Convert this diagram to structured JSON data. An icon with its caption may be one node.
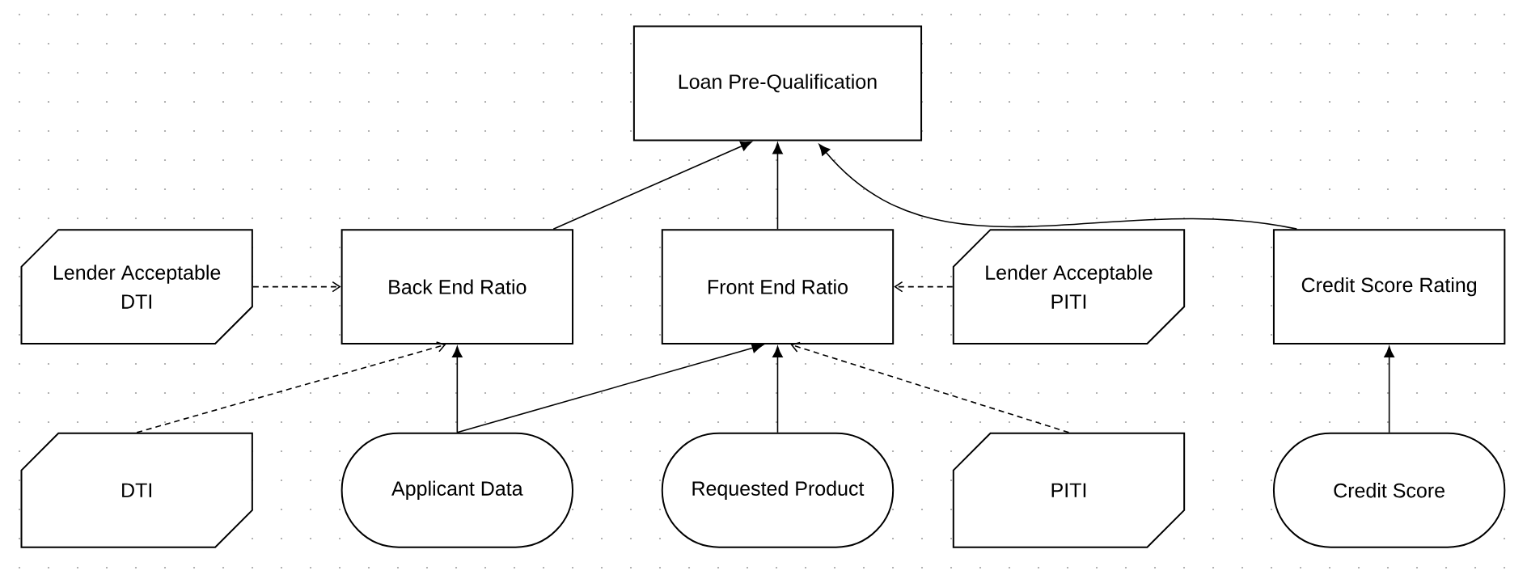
{
  "diagram": {
    "nodes": [
      {
        "text": [
          "Loan Pre-Qualification"
        ]
      },
      {
        "text": [
          "Lender Acceptable DTI"
        ]
      },
      {
        "text": [
          "Back End Ratio"
        ]
      },
      {
        "text": [
          "Front End Ratio"
        ]
      },
      {
        "text": [
          "Lender Acceptable PITI"
        ]
      },
      {
        "text": [
          "Credit Score Rating"
        ]
      },
      {
        "text": [
          "DTI"
        ]
      },
      {
        "text": [
          "Applicant Data"
        ]
      },
      {
        "text": [
          "Requested Product"
        ]
      },
      {
        "text": [
          "PITI"
        ]
      },
      {
        "text": [
          "Credit Score"
        ]
      }
    ],
    "edges": [
      {
        "from": 2,
        "to": 0,
        "arrow": "to"
      },
      {
        "from": 3,
        "to": 0,
        "arrow": "to"
      },
      {
        "from": 5,
        "to": 0,
        "arrow": "to"
      },
      {
        "from": 1,
        "to": 2,
        "arrow": "to",
        "style": "dashed"
      },
      {
        "from": 4,
        "to": 3,
        "arrow": "to",
        "style": "dashed"
      },
      {
        "from": 6,
        "to": 2,
        "arrow": "to",
        "style": "dashed"
      },
      {
        "from": 7,
        "to": 2,
        "arrow": "to"
      },
      {
        "from": 7,
        "to": 3,
        "arrow": "to"
      },
      {
        "from": 8,
        "to": 3,
        "arrow": "to"
      },
      {
        "from": 9,
        "to": 3,
        "arrow": "to",
        "style": "dashed"
      },
      {
        "from": 10,
        "to": 5,
        "arrow": "to"
      }
    ]
  }
}
